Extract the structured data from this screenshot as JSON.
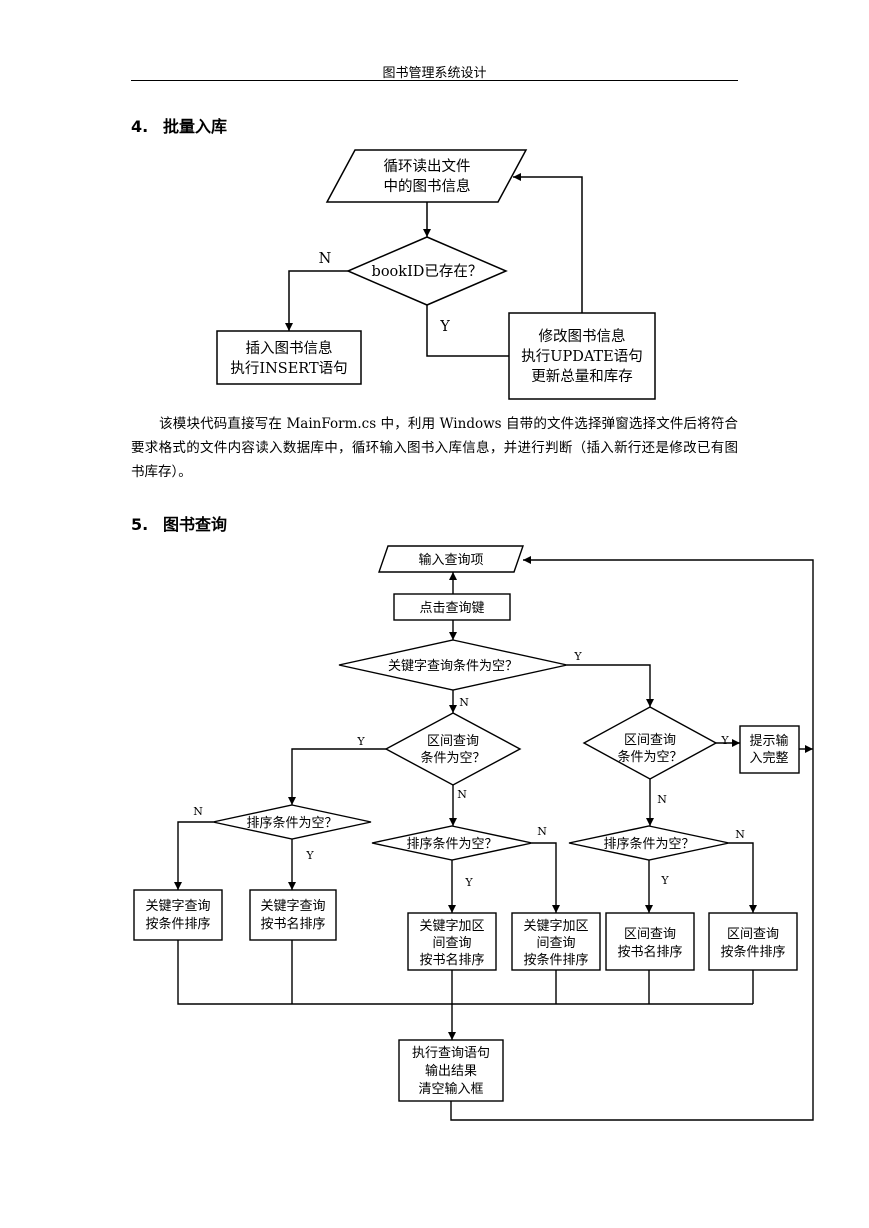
{
  "header": {
    "title": "图书管理系统设计"
  },
  "section4": {
    "number": "4.",
    "title": "批量入库",
    "flow": {
      "read_line1": "循环读出文件",
      "read_line2": "中的图书信息",
      "decision": "bookID已存在？",
      "label_n": "N",
      "label_y": "Y",
      "insert_line1": "插入图书信息",
      "insert_line2": "执行INSERT语句",
      "update_line1": "修改图书信息",
      "update_line2": "执行UPDATE语句",
      "update_line3": "更新总量和库存"
    },
    "paragraph": "该模块代码直接写在 MainForm.cs 中，利用 Windows 自带的文件选择弹窗选择文件后将符合要求格式的文件内容读入数据库中，循环输入图书入库信息，并进行判断（插入新行还是修改已有图书库存）。"
  },
  "section5": {
    "number": "5.",
    "title": "图书查询",
    "flow": {
      "input": "输入查询项",
      "click": "点击查询键",
      "keyword_empty": "关键字查询条件为空？",
      "range_empty_line1": "区间查询",
      "range_empty_line2": "条件为空？",
      "prompt_line1": "提示输",
      "prompt_line2": "入完整",
      "sort_empty": "排序条件为空？",
      "kw_cond_line1": "关键字查询",
      "kw_cond_line2": "按条件排序",
      "kw_name_line1": "关键字查询",
      "kw_name_line2": "按书名排序",
      "kwr_name_line1": "关键字加区",
      "kwr_name_line2": "间查询",
      "kwr_name_line3": "按书名排序",
      "kwr_cond_line1": "关键字加区",
      "kwr_cond_line2": "间查询",
      "kwr_cond_line3": "按条件排序",
      "r_name_line1": "区间查询",
      "r_name_line2": "按书名排序",
      "r_cond_line1": "区间查询",
      "r_cond_line2": "按条件排序",
      "exec_line1": "执行查询语句",
      "exec_line2": "输出结果",
      "exec_line3": "清空输入框",
      "label_y": "Y",
      "label_n": "N"
    }
  }
}
